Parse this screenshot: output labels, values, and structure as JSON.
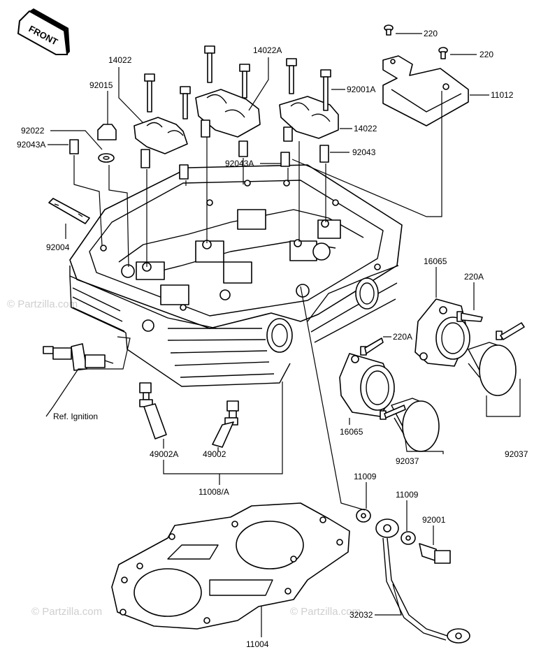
{
  "front_badge": "FRONT",
  "watermark": "© Partzilla.com",
  "ref_note": "Ref. Ignition",
  "part_labels": {
    "p220_a": "220",
    "p220_b": "220",
    "p11012": "11012",
    "p14022_a": "14022",
    "p14022A": "14022A",
    "p92015": "92015",
    "p92001A": "92001A",
    "p92022": "92022",
    "p92043A_a": "92043A",
    "p14022_b": "14022",
    "p92043A_b": "92043A",
    "p92043": "92043",
    "p92004": "92004",
    "p16065_a": "16065",
    "p220A_a": "220A",
    "p220A_b": "220A",
    "p16065_b": "16065",
    "p92037_a": "92037",
    "p92037_b": "92037",
    "p49002A": "49002A",
    "p49002": "49002",
    "p11008A": "11008/A",
    "p11009_a": "11009",
    "p11009_b": "11009",
    "p92001": "92001",
    "p32032": "32032",
    "p11004": "11004"
  }
}
